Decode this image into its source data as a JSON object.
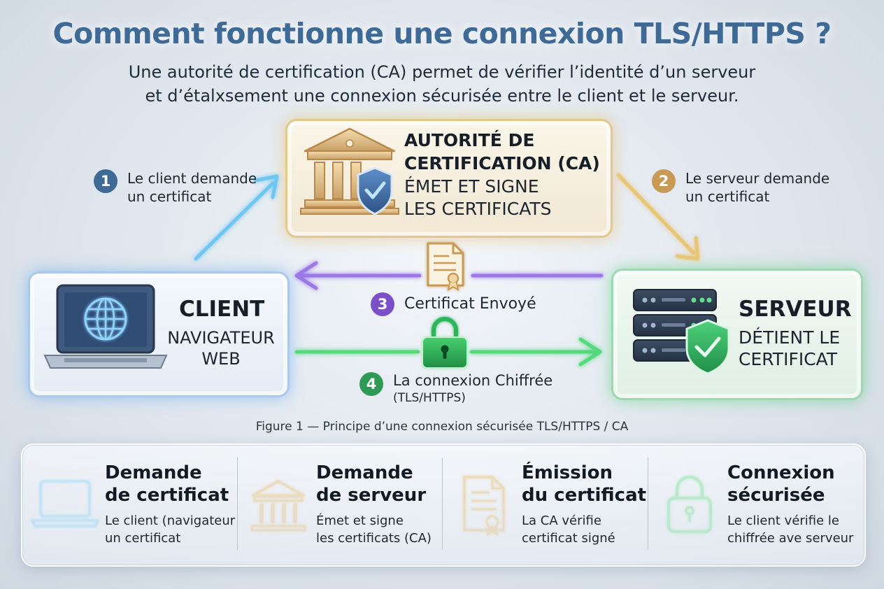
{
  "title": "Comment fonctionne une connexion TLS/HTTPS ?",
  "subtitle": {
    "line1": "Une autorité de certification (CA) permet de vérifier l’identité d’un serveur",
    "line2": "et d’étalxsement une connexion sécurisée entre le client et le serveur."
  },
  "ca": {
    "title1": "AUTORITÉ DE",
    "title2": "CERTIFICATION (CA)",
    "sub1": "ÉMET ET SIGNE",
    "sub2": "LES CERTIFICATS"
  },
  "client": {
    "title": "CLIENT",
    "sub1": "NAVIGATEUR",
    "sub2": "WEB"
  },
  "server": {
    "title": "SERVEUR",
    "sub1": "DÉTIENT LE",
    "sub2": "CERTIFICAT"
  },
  "steps": [
    {
      "num": "1",
      "line1": "Le client demande",
      "line2": "un certificat",
      "color": "#3f6a96"
    },
    {
      "num": "2",
      "line1": "Le serveur demande",
      "line2": "un certificat",
      "color": "#c99a55"
    },
    {
      "num": "3",
      "line1": "Certificat Envoyé",
      "line2": "",
      "color": "#7a4fc8"
    },
    {
      "num": "4",
      "line1": "La connexion Chiffrée",
      "line2": "(TLS/HTTPS)",
      "color": "#2e9a55"
    }
  ],
  "caption": "Figure 1 — Principe d’une connexion sécurisée TLS/HTTPS / CA",
  "cards": [
    {
      "title1": "Demande",
      "title2": "de certificat",
      "sub1": "Le client (navigateur",
      "sub2": "un certificat"
    },
    {
      "title1": "Demande",
      "title2": "de serveur",
      "sub1": "Émet et signe",
      "sub2": "les certificats (CA)"
    },
    {
      "title1": "Émission",
      "title2": "du certificat",
      "sub1": "La CA vérifie",
      "sub2": "certificat signé"
    },
    {
      "title1": "Connexion",
      "title2": "sécurisée",
      "sub1": "Le client vérifie le",
      "sub2": "chiffrée ave serveur"
    }
  ],
  "colors": {
    "title": "#3f6a96",
    "client_accent": "#5ab4f0",
    "ca_accent": "#e3b75a",
    "certificate_accent": "#8a5ce0",
    "secure_accent": "#3fcf6f"
  }
}
